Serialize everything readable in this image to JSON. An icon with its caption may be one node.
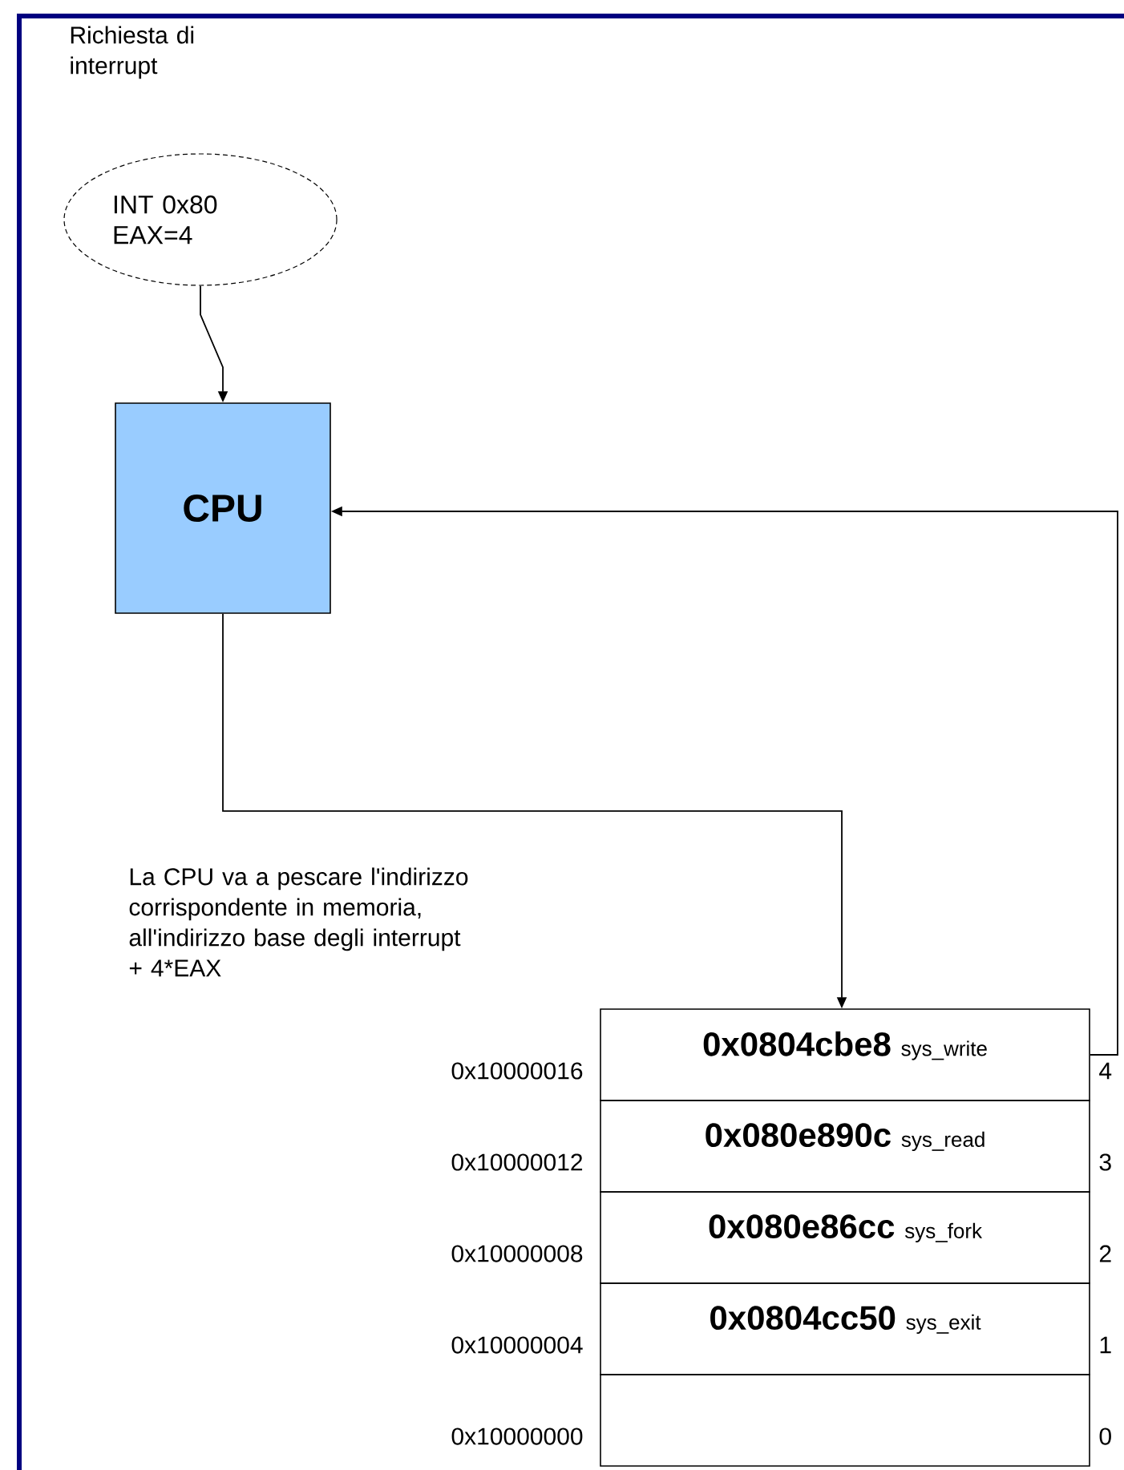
{
  "diagram": {
    "nodes": [
      {
        "text": [
          "INT 0x80 EAX=4"
        ],
        "beside": [
          "Richiesta di interrupt"
        ]
      },
      {
        "text": [
          "CPU"
        ]
      },
      {
        "text": [
          "0x0804cbe8",
          "sys_write"
        ],
        "beside": [
          "0x10000016",
          "4"
        ]
      },
      {
        "text": [
          "0x080e890c",
          "sys_read"
        ],
        "beside": [
          "0x10000012",
          "3"
        ]
      },
      {
        "text": [
          "0x080e86cc",
          "sys_fork"
        ],
        "beside": [
          "0x10000008",
          "2"
        ]
      },
      {
        "text": [
          "0x0804cc50",
          "sys_exit"
        ],
        "beside": [
          "0x10000004",
          "1"
        ]
      },
      {
        "text": [],
        "shape": "box",
        "beside": [
          "0x10000000",
          "0"
        ]
      }
    ],
    "edges": [
      {
        "from": 0,
        "to": 1,
        "arrow": "to"
      },
      {
        "from": 1,
        "to": 2,
        "arrow": "to",
        "label": "La CPU va a pescare l'indirizzo corrispondente in memoria, all'indirizzo base degli interrupt + 4*EAX"
      },
      {
        "from": 2,
        "to": 1,
        "arrow": "to"
      }
    ]
  }
}
